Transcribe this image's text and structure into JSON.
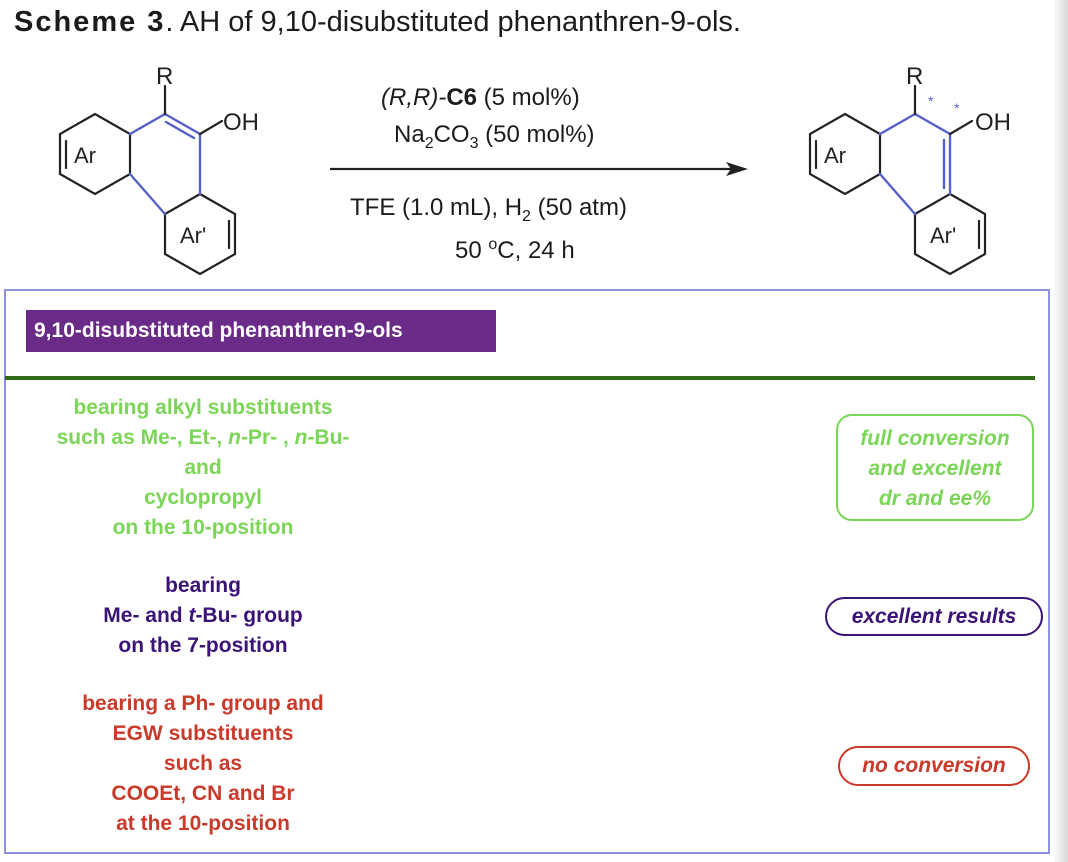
{
  "title": {
    "label": "Scheme 3",
    "text": ". AH of 9,10-disubstituted phenanthren-9-ols."
  },
  "reactant": {
    "substituent": "R",
    "hydroxyl": "OH",
    "ring_left": "Ar",
    "ring_bottom": "Ar'"
  },
  "product": {
    "substituent": "R",
    "hydroxyl": "OH",
    "ring_left": "Ar",
    "ring_bottom": "Ar'",
    "stereo_mark": "*"
  },
  "conditions": {
    "catalyst_prefix": "(R,R)-",
    "catalyst_bold": "C6",
    "catalyst_suffix": " (5 mol%)",
    "base_a": "Na",
    "base_sub1": "2",
    "base_b": "CO",
    "base_sub2": "3",
    "base_c": " (50 mol%)",
    "solvent_a": "TFE (1.0 mL), H",
    "solvent_sub": "2",
    "solvent_b": " (50 atm)",
    "temp_a": "50 ",
    "temp_sup": "o",
    "temp_b": "C, 24 h"
  },
  "panel": {
    "header": "9,10-disubstituted phenanthren-9-ols",
    "colors": {
      "green": "#7bd557",
      "purple": "#3b1376",
      "red": "#c93a2a",
      "divider": "#2f6b18",
      "border": "#8f90e0"
    },
    "rows": [
      {
        "desc": {
          "l1": "bearing alkyl substituents",
          "l2a": "such as Me-, Et-, ",
          "l2b": "n",
          "l2c": "-Pr- , ",
          "l2d": "n",
          "l2e": "-Bu-",
          "l3": "and",
          "l4": "cyclopropyl",
          "l5": "on the 10-position"
        },
        "result": [
          "full conversion",
          "and excellent",
          "dr and ee%"
        ]
      },
      {
        "desc": {
          "l1": "bearing",
          "l2a": "Me- and ",
          "l2b": "t",
          "l2c": "-Bu- group",
          "l3": "on the 7-position"
        },
        "result": [
          "excellent results"
        ]
      },
      {
        "desc": {
          "l1": "bearing a Ph- group  and",
          "l2": "EGW substituents",
          "l3": "such as",
          "l4": "COOEt, CN and Br",
          "l5": "at the 10-position"
        },
        "result": [
          "no conversion"
        ]
      }
    ]
  }
}
